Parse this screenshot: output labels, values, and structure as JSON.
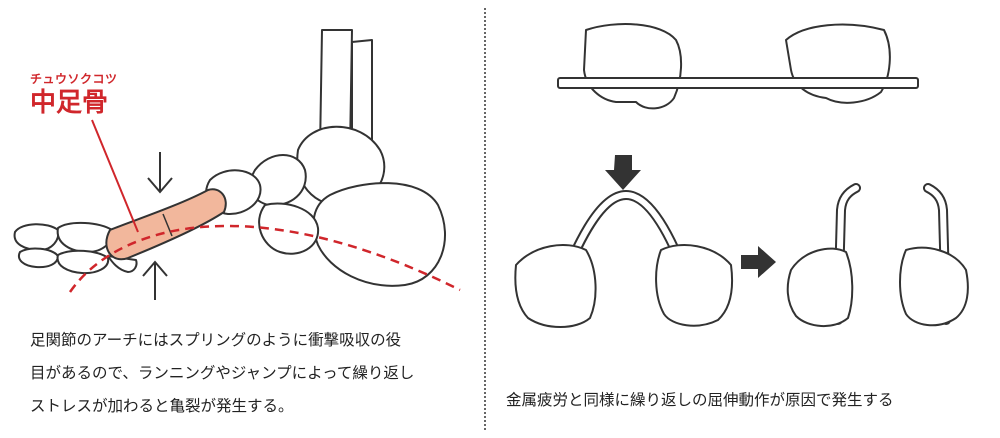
{
  "left_panel": {
    "label_ruby": "チュウソクコツ",
    "label_term": "中足骨",
    "caption_lines": [
      "足関節のアーチにはスプリングのように衝撃吸収の役",
      "目があるので、ランニングやジャンプによって繰り返し",
      "ストレスが加わると亀裂が発生する。"
    ]
  },
  "right_panel": {
    "caption": "金属疲労と同様に繰り返しの屈伸動作が原因で発生する"
  },
  "colors": {
    "accent_red": "#d0262b",
    "bone_highlight": "#f2b79c",
    "line": "#333333"
  },
  "icons": [
    "down-arrow-icon",
    "up-arrow-icon",
    "right-arrow-icon"
  ]
}
